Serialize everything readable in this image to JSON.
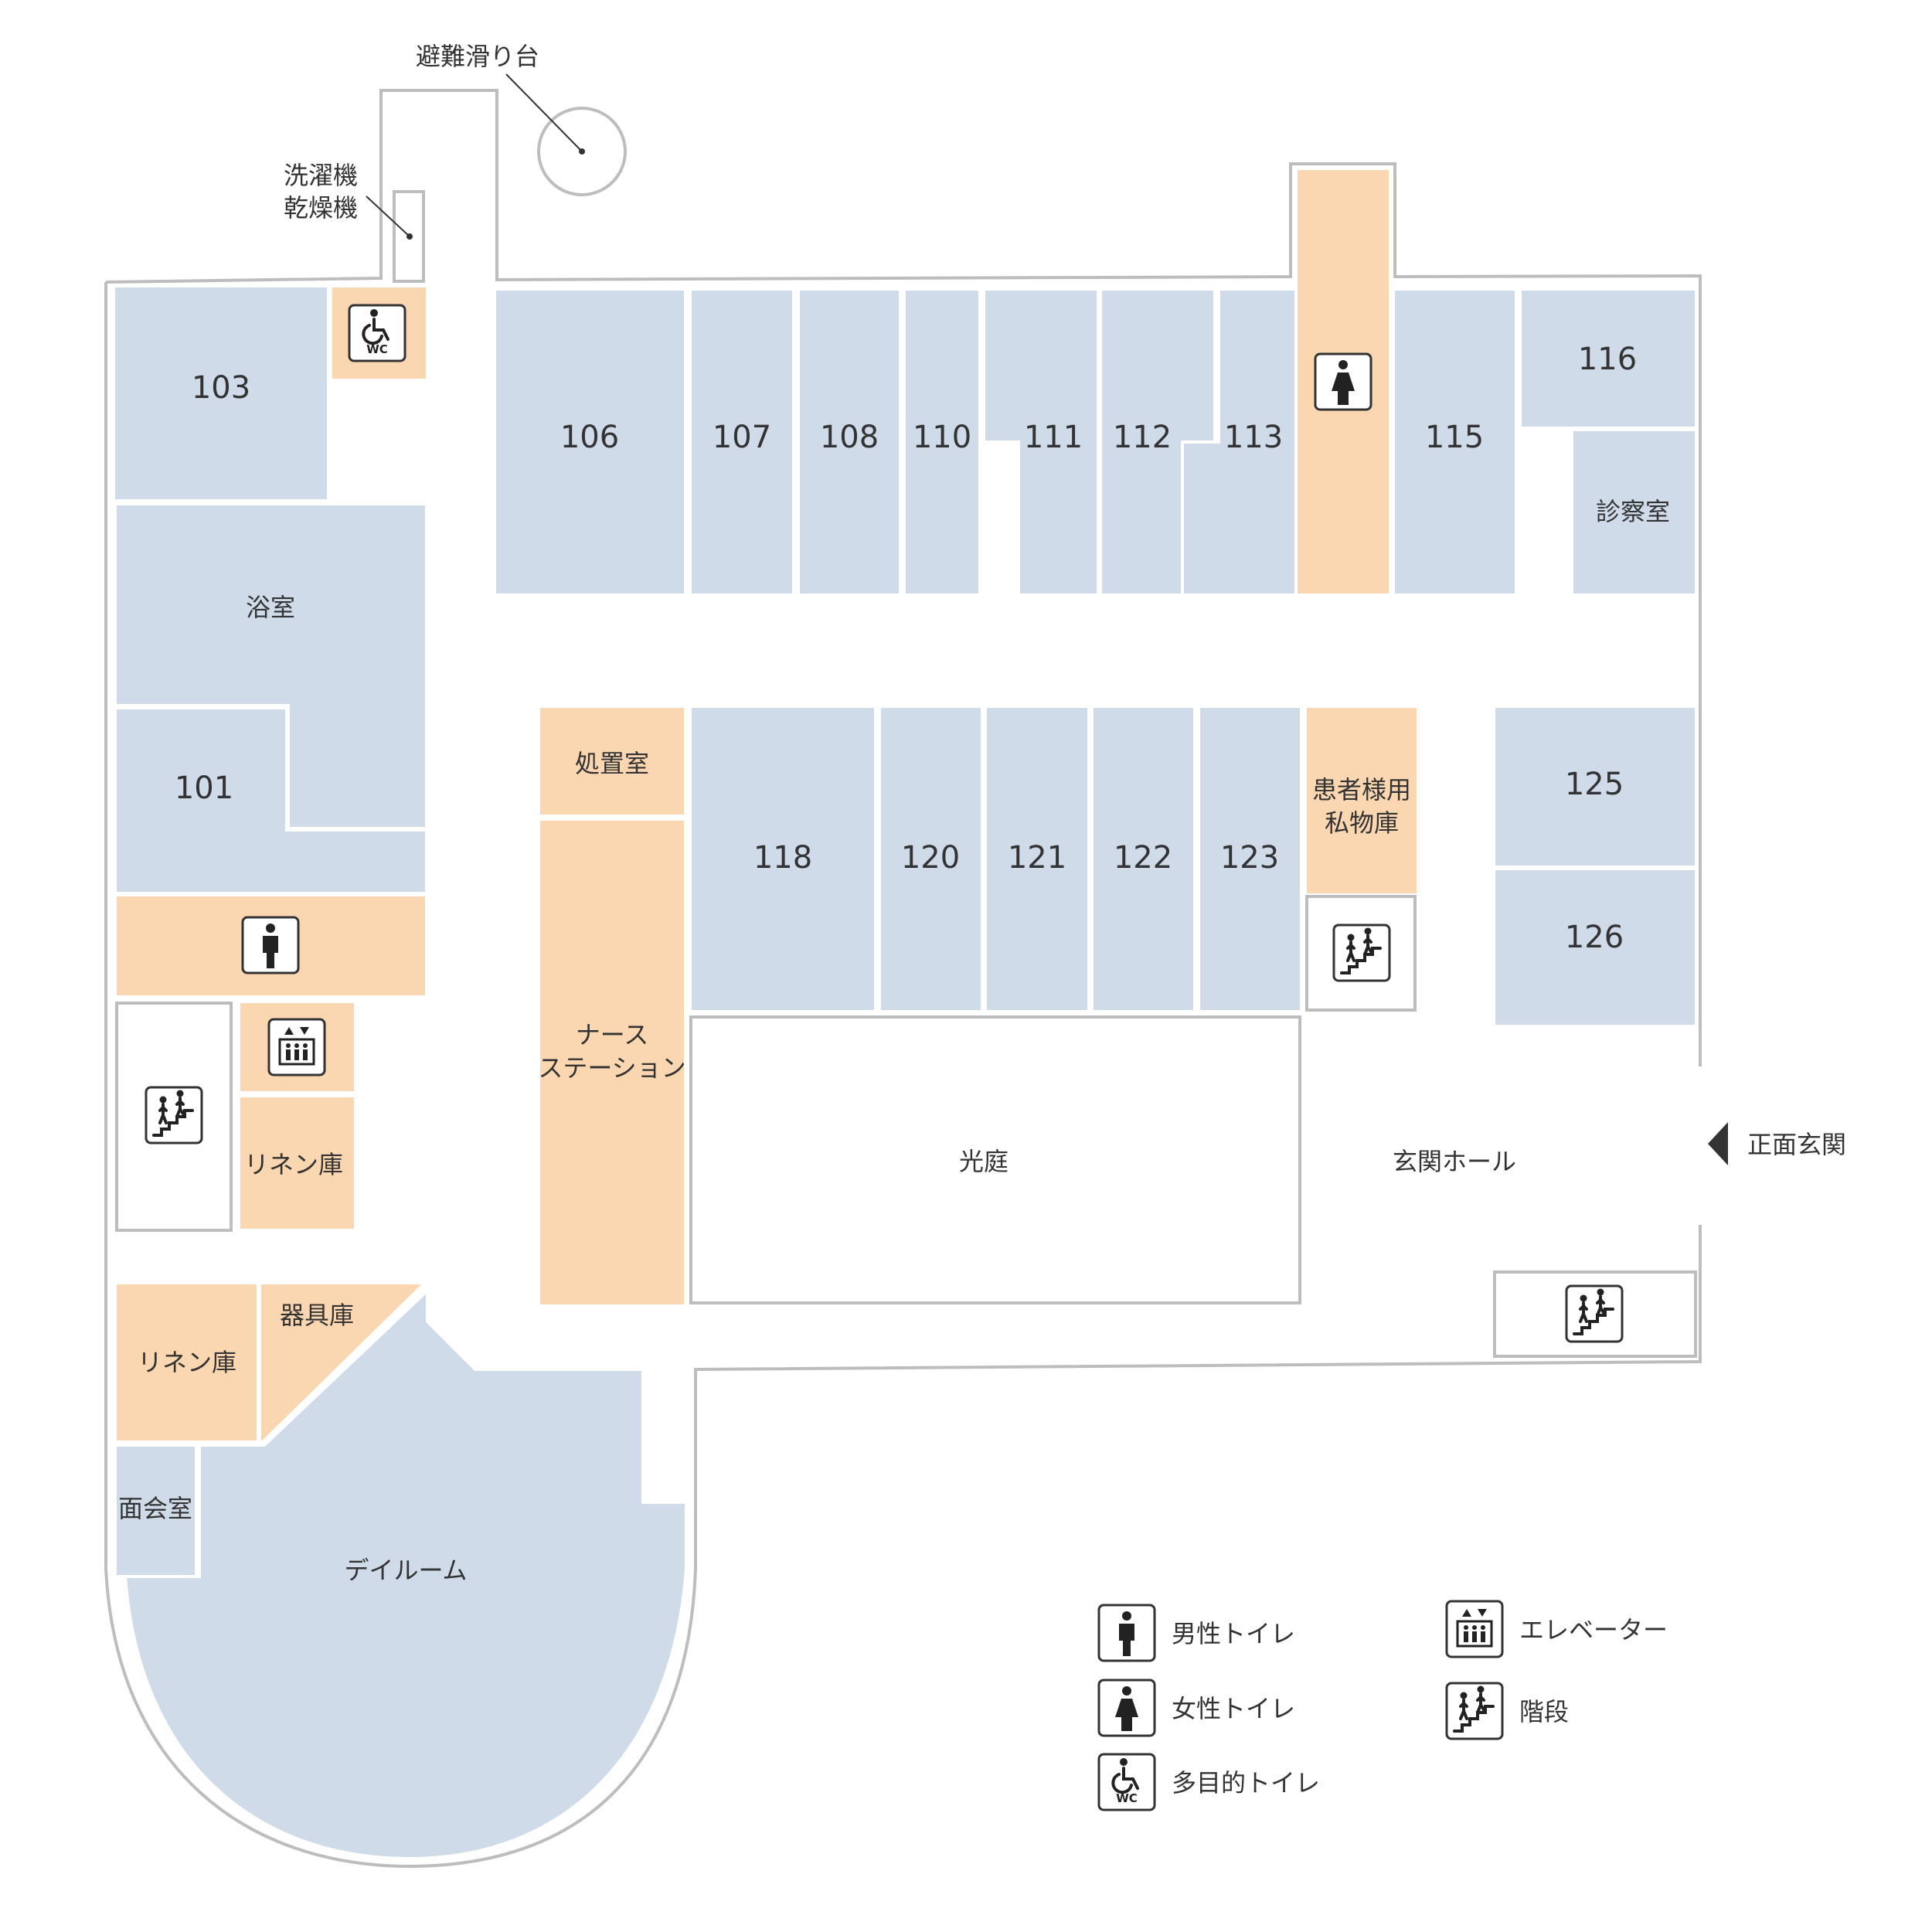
{
  "colors": {
    "patient_room": "#cfdbe8",
    "service_room": "#fad7b0",
    "outline": "#bdbdbd",
    "text": "#333333"
  },
  "rooms": {
    "r103": "103",
    "r106": "106",
    "r107": "107",
    "r108": "108",
    "r110": "110",
    "r111": "111",
    "r112": "112",
    "r113": "113",
    "r115": "115",
    "r116": "116",
    "r101": "101",
    "r118": "118",
    "r120": "120",
    "r121": "121",
    "r122": "122",
    "r123": "123",
    "r125": "125",
    "r126": "126"
  },
  "labels": {
    "evacuation_slide": "避難滑り台",
    "washer_line1": "洗濯機",
    "washer_line2": "乾燥機",
    "exam_room": "診察室",
    "bathroom": "浴室",
    "treatment_room": "処置室",
    "nurse_line1": "ナース",
    "nurse_line2": "ステーション",
    "private_storage_line1": "患者様用",
    "private_storage_line2": "私物庫",
    "linen_storage_upper": "リネン庫",
    "linen_storage_lower": "リネン庫",
    "equipment_storage": "器具庫",
    "meeting_room": "面会室",
    "day_room": "デイルーム",
    "courtyard": "光庭",
    "entrance_hall": "玄関ホール",
    "main_entrance": "正面玄関"
  },
  "legend": [
    {
      "icon": "mens-toilet-icon",
      "label": "男性トイレ"
    },
    {
      "icon": "womens-toilet-icon",
      "label": "女性トイレ"
    },
    {
      "icon": "accessible-toilet-icon",
      "label": "多目的トイレ"
    },
    {
      "icon": "elevator-icon",
      "label": "エレベーター"
    },
    {
      "icon": "stairs-icon",
      "label": "階段"
    }
  ]
}
